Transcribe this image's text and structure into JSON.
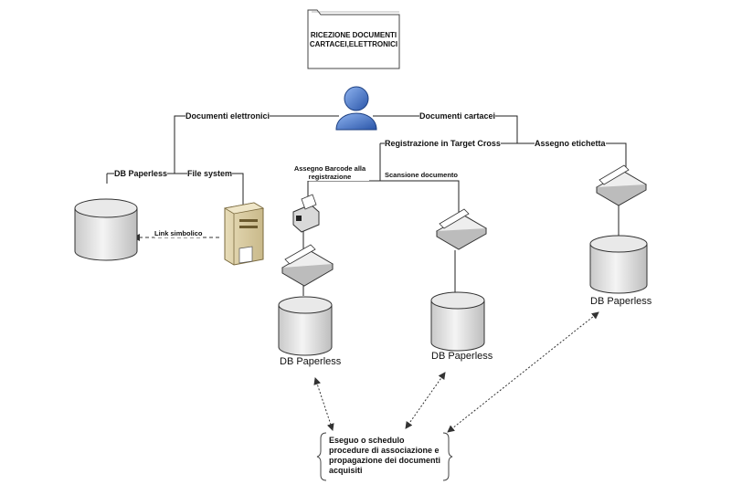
{
  "header": {
    "folder_line1": "RICEZIONE DOCUMENTI",
    "folder_line2": "CARTACEI,ELETTRONICI"
  },
  "branches": {
    "electronic": "Documenti elettronici",
    "paper": "Documenti cartacei",
    "registration": "Registrazione in Target Cross",
    "label_assign": "Assegno etichetta",
    "barcode_line1": "Assegno Barcode alla",
    "barcode_line2": "registrazione",
    "scan": "Scansione documento",
    "file_system": "File system",
    "symlink": "Link simbolico"
  },
  "databases": {
    "left": "DB Paperless",
    "middle_left": "DB Paperless",
    "middle_right": "DB Paperless",
    "right": "DB Paperless"
  },
  "note": {
    "text": "Eseguo o schedulo procedure di associazione e propagazione dei documenti acquisiti"
  }
}
